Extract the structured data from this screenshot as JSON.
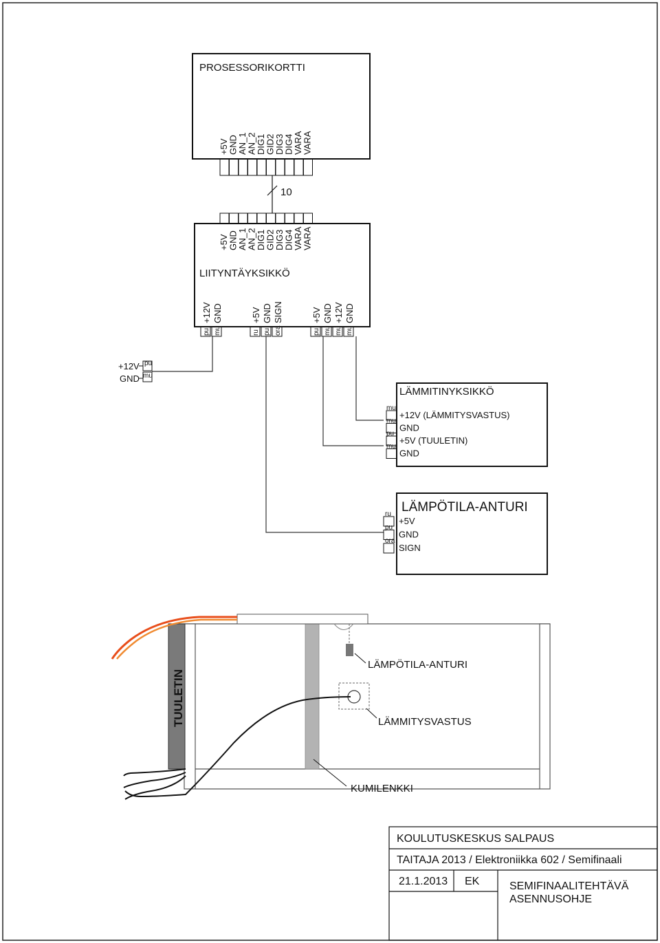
{
  "processor": {
    "title": "PROSESSORIKORTTI",
    "pins": [
      "+5V",
      "GND",
      "AN_1",
      "AN_2",
      "DIG1",
      "GID2",
      "DIG3",
      "DIG4",
      "VARA",
      "VARA"
    ]
  },
  "bus": {
    "count": "10"
  },
  "interface": {
    "title": "LIITYNTÄYKSIKKÖ",
    "top_pins": [
      "+5V",
      "GND",
      "AN_1",
      "AN_2",
      "DIG1",
      "GID2",
      "DIG3",
      "DIG4",
      "VARA",
      "VARA"
    ],
    "group1": {
      "pins": [
        "+12V",
        "GND"
      ],
      "wires": [
        "pu",
        "mu"
      ]
    },
    "group2": {
      "pins": [
        "+5V",
        "GND",
        "SIGN"
      ],
      "wires": [
        "ru",
        "pu",
        "ora"
      ]
    },
    "group3": {
      "pins": [
        "+5V",
        "GND",
        "+12V",
        "GND"
      ],
      "wires": [
        "pu",
        "mu",
        "mu",
        "mu"
      ]
    }
  },
  "supply": {
    "v12": "+12V",
    "gnd": "GND",
    "wire_v12": "pu",
    "wire_gnd": "mu"
  },
  "heater": {
    "title": "LÄMMITINYKSIKKÖ",
    "rows": [
      {
        "wire": "mu",
        "label": "+12V (LÄMMITYSVASTUS)"
      },
      {
        "wire": "mu",
        "label": "GND"
      },
      {
        "wire": "pu",
        "label": "+5V (TUULETIN)"
      },
      {
        "wire": "mu",
        "label": "GND"
      }
    ]
  },
  "sensor": {
    "title": "LÄMPÖTILA-ANTURI",
    "rows": [
      {
        "wire": "ru",
        "label": "+5V"
      },
      {
        "wire": "pu",
        "label": "GND"
      },
      {
        "wire": "ora",
        "label": "SIGN"
      }
    ]
  },
  "assembly": {
    "fan_label": "TUULETIN",
    "sensor_label": "LÄMPÖTILA-ANTURI",
    "resistor_label": "LÄMMITYSVASTUS",
    "band_label": "KUMILENKKI"
  },
  "title_block": {
    "org": "KOULUTUSKESKUS SALPAUS",
    "event": "TAITAJA 2013 / Elektroniikka 602 / Semifinaali",
    "date": "21.1.2013",
    "author": "EK",
    "doc_line1": "SEMIFINAALITEHTÄVÄ",
    "doc_line2": "ASENNUSOHJE"
  },
  "colors": {
    "wire_red": "#e84e1b",
    "wire_orange": "#f08a30",
    "fan_gray": "#7a7a7a",
    "band_gray": "#b3b3b3"
  }
}
